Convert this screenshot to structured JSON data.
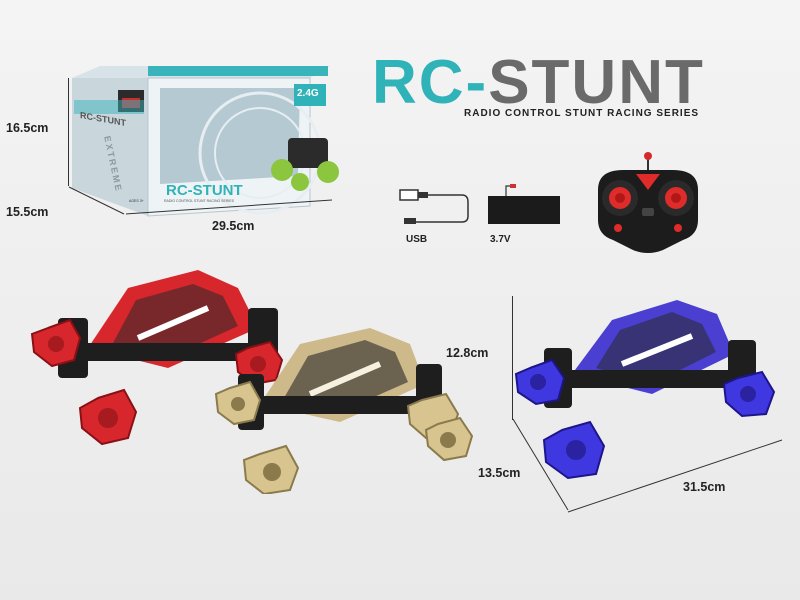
{
  "brand": {
    "rc": "RC-",
    "stunt": "STUNT",
    "tagline": "RADIO CONTROL STUNT RACING SERIES"
  },
  "box": {
    "height_label": "16.5cm",
    "depth_label": "15.5cm",
    "width_label": "29.5cm",
    "front_logo": "RC-STUNT",
    "front_subtitle": "RADIO CONTROL STUNT RACING SERIES",
    "side_logo": "RC-STUNT",
    "side_word": "EXTREME",
    "badge": "2.4G",
    "age": "AGES 3+"
  },
  "accessories": {
    "usb_label": "USB",
    "battery_label": "3.7V"
  },
  "car_dimensions": {
    "height_label": "12.8cm",
    "depth_label": "13.5cm",
    "length_label": "31.5cm"
  },
  "colors": {
    "teal": "#2fb3b8",
    "red_car": "#d8262d",
    "gold_car": "#cdb98a",
    "purple_car": "#4a3fd0"
  }
}
